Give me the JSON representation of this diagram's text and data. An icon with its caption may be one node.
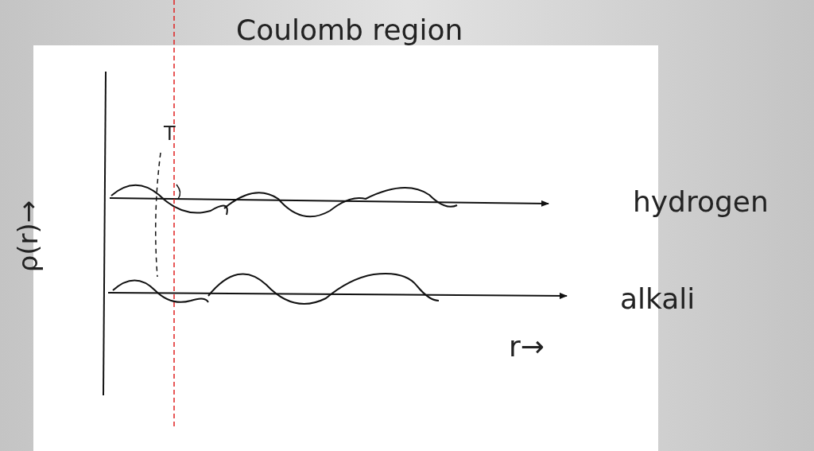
{
  "diagram": {
    "labels": [
      "Coulomb region",
      "T",
      "hydrogen",
      "alkali",
      "ρ(r)→",
      "r→"
    ]
  }
}
